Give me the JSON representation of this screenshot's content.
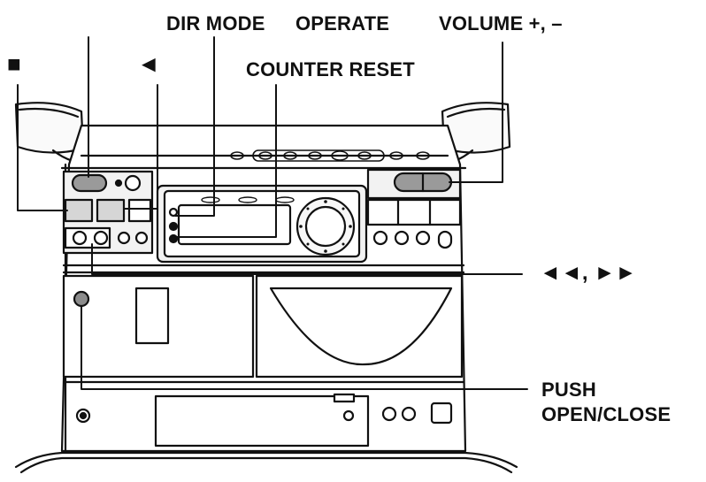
{
  "labels": {
    "stop_symbol": "■",
    "rewind_symbol": "◄",
    "dir_mode": "DIR MODE",
    "operate": "OPERATE",
    "volume": "VOLUME +, –",
    "counter_reset": "COUNTER RESET",
    "rew_ff": "◄◄, ►►",
    "push": "PUSH",
    "open_close": "OPEN/CLOSE"
  },
  "colors": {
    "ink": "#111111",
    "panel": "#f2f2f2",
    "shade": "#d6d6d6",
    "dark": "#8c8c8c"
  }
}
